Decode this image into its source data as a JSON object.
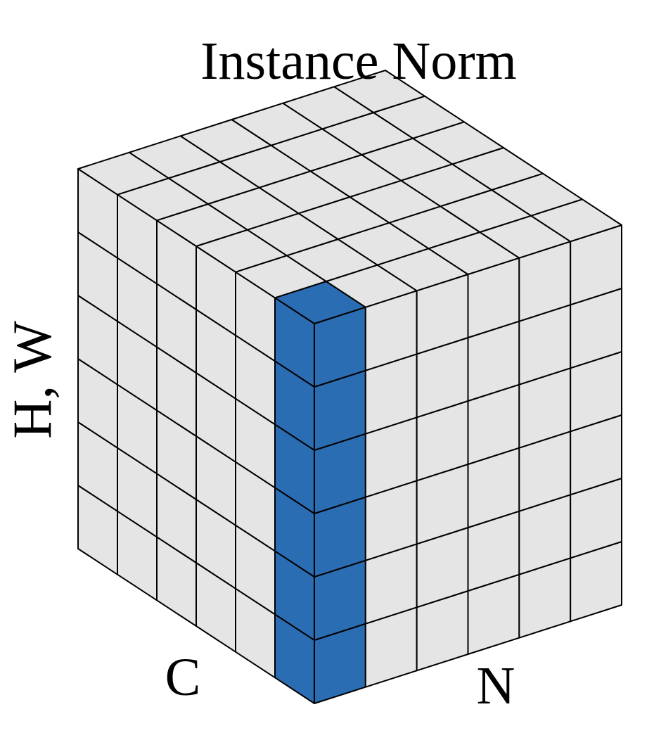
{
  "title": "Instance Norm",
  "axes": {
    "vertical_label": "H, W",
    "left_label": "C",
    "right_label": "N"
  },
  "grid": {
    "left_face_columns": 6,
    "right_face_columns": 6,
    "rows": 6,
    "highlighted_left_column": 6,
    "highlighted_right_column": 1
  },
  "colors": {
    "cell_fill": "#e5e5e5",
    "highlight_fill": "#2b6db3",
    "line": "#000000",
    "background": "#ffffff"
  }
}
